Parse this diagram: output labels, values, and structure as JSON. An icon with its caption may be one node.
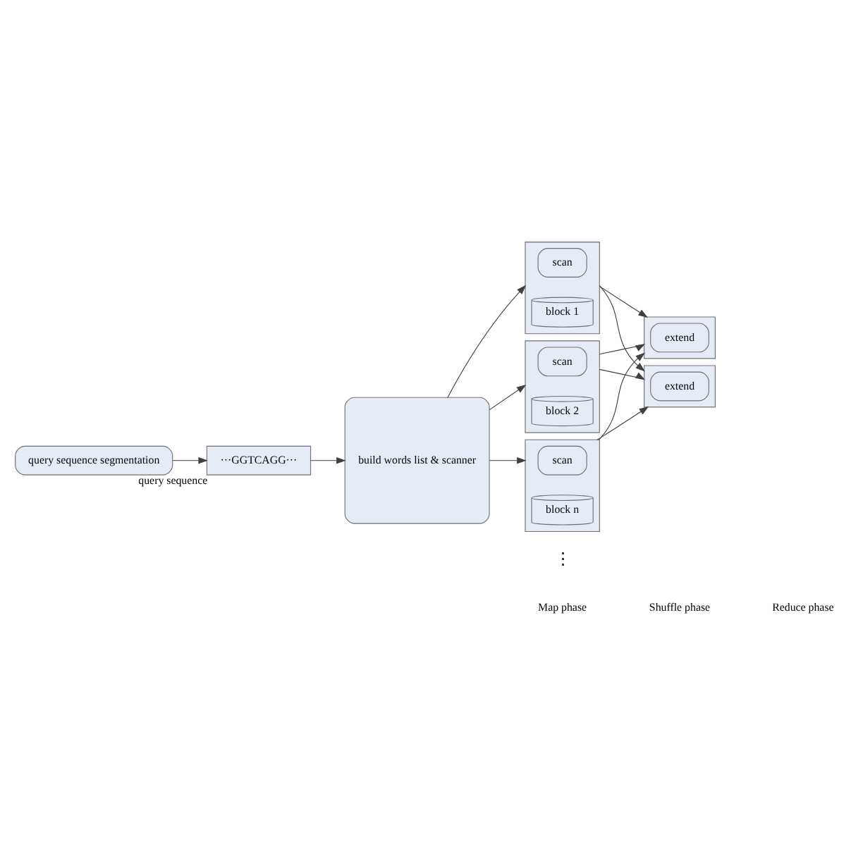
{
  "diagram": {
    "nodes": [
      {
        "text": [
          "query sequence segmentation"
        ]
      },
      {
        "text": [
          "query sequence",
          "···GGTCAGG···"
        ]
      },
      {
        "text": [
          "build words list & scanner"
        ]
      },
      {
        "text": [],
        "shape": "box"
      },
      {
        "text": [
          "scan"
        ],
        "in": 3
      },
      {
        "text": [
          "block 1"
        ],
        "in": 3
      },
      {
        "text": [],
        "shape": "box"
      },
      {
        "text": [
          "scan"
        ],
        "in": 6
      },
      {
        "text": [
          "block 2"
        ],
        "in": 6
      },
      {
        "text": [],
        "shape": "box"
      },
      {
        "text": [
          "scan"
        ],
        "in": 9
      },
      {
        "text": [
          "block n"
        ],
        "in": 9
      },
      {
        "text": [],
        "shape": "box"
      },
      {
        "text": [
          "extend"
        ],
        "in": 12
      },
      {
        "text": [],
        "shape": "box"
      },
      {
        "text": [
          "extend"
        ],
        "in": 14
      }
    ],
    "edges": [
      {
        "from": 0,
        "to": 1,
        "arrow": "to"
      },
      {
        "from": 1,
        "to": 2,
        "arrow": "to"
      },
      {
        "from": 2,
        "to": 3,
        "arrow": "to"
      },
      {
        "from": 2,
        "to": 6,
        "arrow": "to"
      },
      {
        "from": 2,
        "to": 9,
        "arrow": "to"
      },
      {
        "from": 3,
        "to": 12,
        "arrow": "to"
      },
      {
        "from": 3,
        "to": 14,
        "arrow": "to"
      },
      {
        "from": 6,
        "to": 12,
        "arrow": "to"
      },
      {
        "from": 6,
        "to": 14,
        "arrow": "to"
      },
      {
        "from": 9,
        "to": 12,
        "arrow": "to"
      },
      {
        "from": 9,
        "to": 14,
        "arrow": "to"
      }
    ],
    "labels": [
      "⋮",
      "Map phase",
      "Shuffle phase",
      "Reduce phase"
    ]
  }
}
